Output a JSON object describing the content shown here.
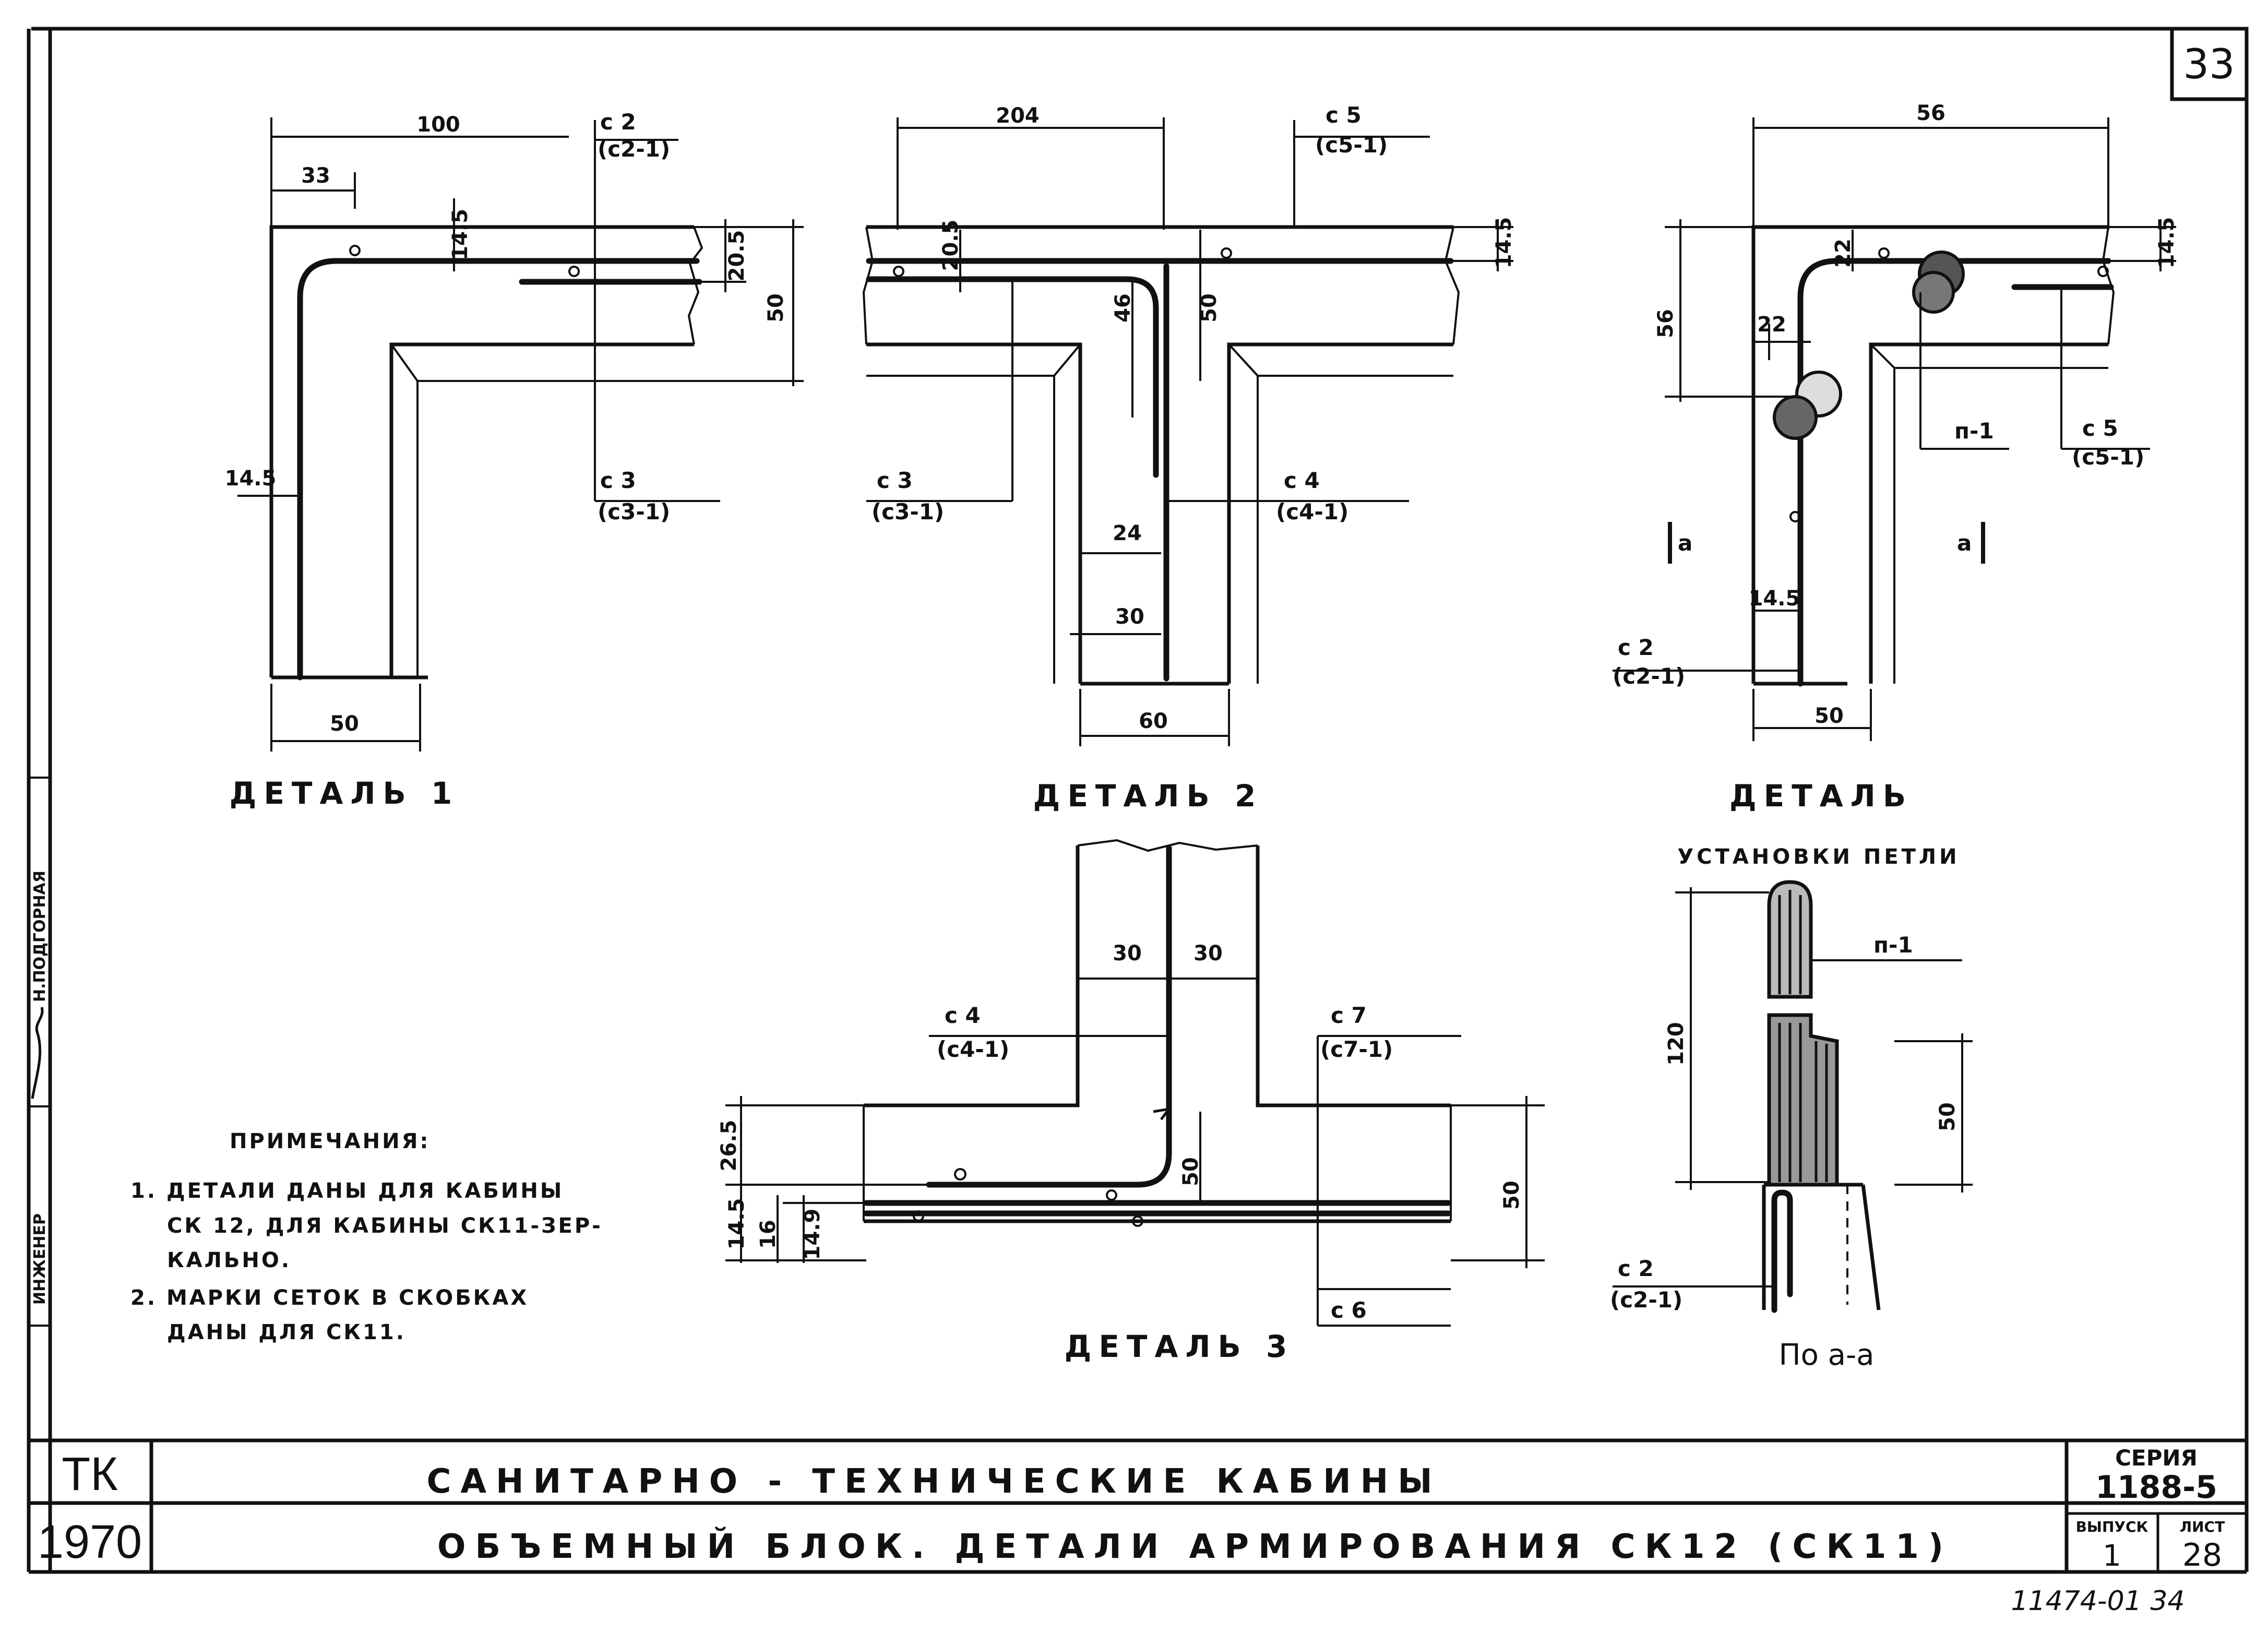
{
  "sheet": {
    "page_number": "33",
    "side_stamp": "Н.ПОДГОРНАЯ",
    "side_role": "ИНЖЕНЕР",
    "bottom_code": "11474-01 34"
  },
  "title_block": {
    "tk": "ТК",
    "year": "1970",
    "title_line1": "САНИТАРНО - ТЕХНИЧЕСКИЕ КАБИНЫ",
    "title_line2": "ОБЪЕМНЫЙ БЛОК. ДЕТАЛИ АРМИРОВАНИЯ СК12 (СК11)",
    "series_label": "СЕРИЯ",
    "series_value": "1188-5",
    "issue_label": "ВЫПУСК",
    "issue_value": "1",
    "sheet_label": "ЛИСТ",
    "sheet_value": "28"
  },
  "detail1": {
    "caption": "ДЕТАЛЬ 1",
    "dims": {
      "d100": "100",
      "d33": "33",
      "d145top": "14.5",
      "d205": "20.5",
      "d50r": "50",
      "d145l": "14.5",
      "d50b": "50"
    },
    "marks": {
      "c2": "с 2",
      "c21": "(с2-1)",
      "c3": "с 3",
      "c31": "(с3-1)"
    }
  },
  "detail2": {
    "caption": "ДЕТАЛЬ 2",
    "dims": {
      "d204": "204",
      "d205": "20.5",
      "d46": "46",
      "d50": "50",
      "d145": "14.5",
      "d24": "24",
      "d30": "30",
      "d60": "60"
    },
    "marks": {
      "c5": "с 5",
      "c51": "(с5-1)",
      "c3": "с 3",
      "c31": "(с3-1)",
      "c4": "с 4",
      "c41": "(с4-1)"
    }
  },
  "detail_right": {
    "caption": "ДЕТАЛЬ",
    "dims": {
      "d56top": "56",
      "d56left": "56",
      "d22a": "22",
      "d22b": "22",
      "d145r": "14.5",
      "d145b": "14.5",
      "d50": "50"
    },
    "marks": {
      "p1": "п-1",
      "c5": "с 5",
      "c51": "(с5-1)",
      "c2": "с 2",
      "c21": "(с2-1)",
      "secl": "а",
      "secr": "а"
    }
  },
  "detail3": {
    "caption": "ДЕТАЛЬ 3",
    "dims": {
      "d30a": "30",
      "d30b": "30",
      "d265": "26.5",
      "d50c": "50",
      "d50r": "50",
      "d145": "14.5",
      "d16": "16",
      "d149": "14.9"
    },
    "marks": {
      "c4": "с 4",
      "c41": "(с4-1)",
      "c7": "с 7",
      "c71": "(с7-1)",
      "c6": "с 6"
    }
  },
  "loop": {
    "caption": "УСТАНОВКИ ПЕТЛИ",
    "section": "По а-а",
    "dims": {
      "d120": "120",
      "d50": "50"
    },
    "marks": {
      "p1": "п-1",
      "c2": "с 2",
      "c21": "(с2-1)"
    }
  },
  "notes": {
    "heading": "ПРИМЕЧАНИЯ:",
    "n1a": "1. ДЕТАЛИ ДАНЫ ДЛЯ КАБИНЫ",
    "n1b": "СК 12, ДЛЯ КАБИНЫ СК11-ЗЕР-",
    "n1c": "КАЛЬНО.",
    "n2a": "2. МАРКИ СЕТОК В СКОБКАХ",
    "n2b": "ДАНЫ ДЛЯ СК11."
  }
}
